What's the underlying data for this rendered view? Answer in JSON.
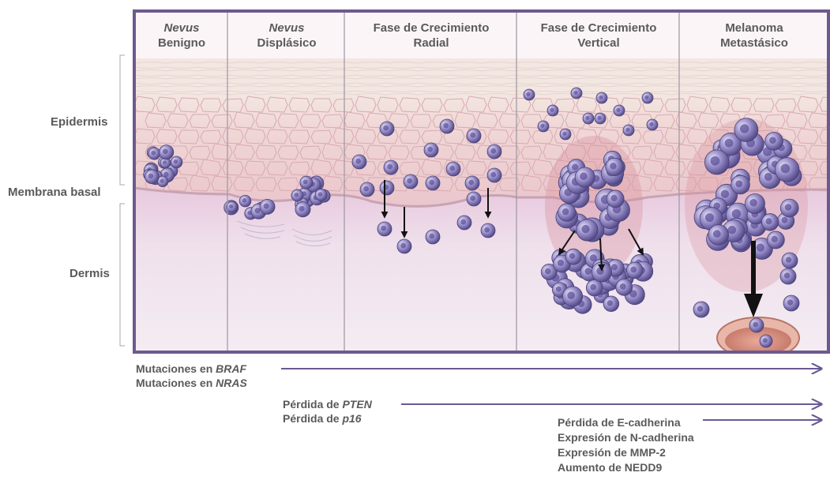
{
  "columns": [
    {
      "italic": "Nevus",
      "plain": "Benigno"
    },
    {
      "italic": "Nevus",
      "plain": "Displásico"
    },
    {
      "line1": "Fase de Crecimiento",
      "line2": "Radial"
    },
    {
      "line1": "Fase de Crecimiento",
      "line2": "Vertical"
    },
    {
      "line1": "Melanoma",
      "line2": "Metastásico"
    }
  ],
  "layers": {
    "epidermis": "Epidermis",
    "basal": "Membrana basal",
    "dermis": "Dermis"
  },
  "events": {
    "g1": {
      "l1_prefix": "Mutaciones en ",
      "l1_gene": "BRAF",
      "l2_prefix": "Mutaciones en ",
      "l2_gene": "NRAS"
    },
    "g2": {
      "l1_prefix": "Pérdida de ",
      "l1_gene": "PTEN",
      "l2_prefix": "Pérdida de ",
      "l2_gene": "p16"
    },
    "g3": [
      "Pérdida de E-cadherina",
      "Expresión de N-cadherina",
      "Expresión de MMP-2",
      "Aumento de NEDD9"
    ]
  },
  "colors": {
    "frame": "#6c5a8e",
    "arrow": "#6a5a92",
    "cell": "#7a6bb0",
    "epidermis": "#efd2d4",
    "dermis": "#efe2ee"
  }
}
